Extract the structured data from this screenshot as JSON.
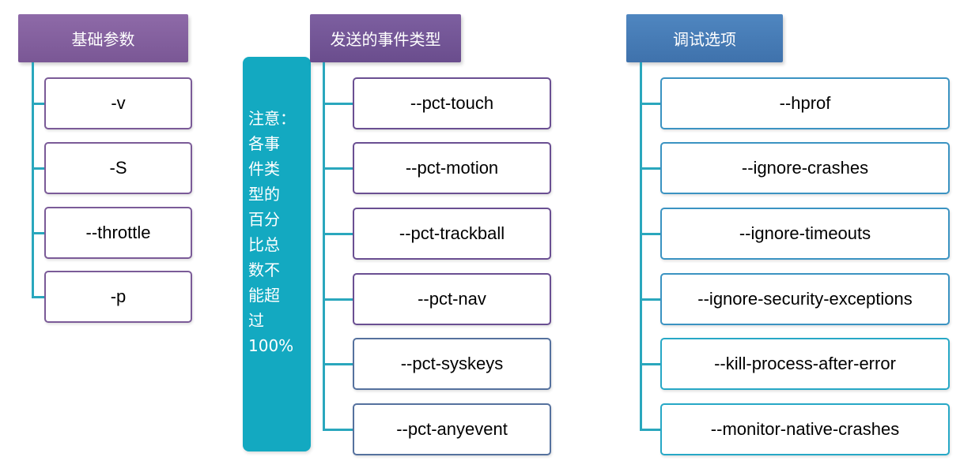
{
  "columns": {
    "basic": {
      "header": "基础参数",
      "items": [
        "-v",
        "-S",
        "--throttle",
        "-p"
      ]
    },
    "events": {
      "header": "发送的事件类型",
      "items": [
        "--pct-touch",
        "--pct-motion",
        "--pct-trackball",
        "--pct-nav",
        "--pct-syskeys",
        "--pct-anyevent"
      ]
    },
    "debug": {
      "header": "调试选项",
      "items": [
        "--hprof",
        "--ignore-crashes",
        "--ignore-timeouts",
        "--ignore-security-exceptions",
        "--kill-process-after-error",
        "--monitor-native-crashes"
      ]
    }
  },
  "note": "注意：\n各事\n件类\n型的\n百分\n比总\n数不\n能超\n过\n100%",
  "colors": {
    "basic_header": "#7a5795",
    "events_header": "#6a4d8d",
    "debug_header": "#3f72ac",
    "connector": "#2aa7bd",
    "note_bg": "#13a9c1"
  }
}
